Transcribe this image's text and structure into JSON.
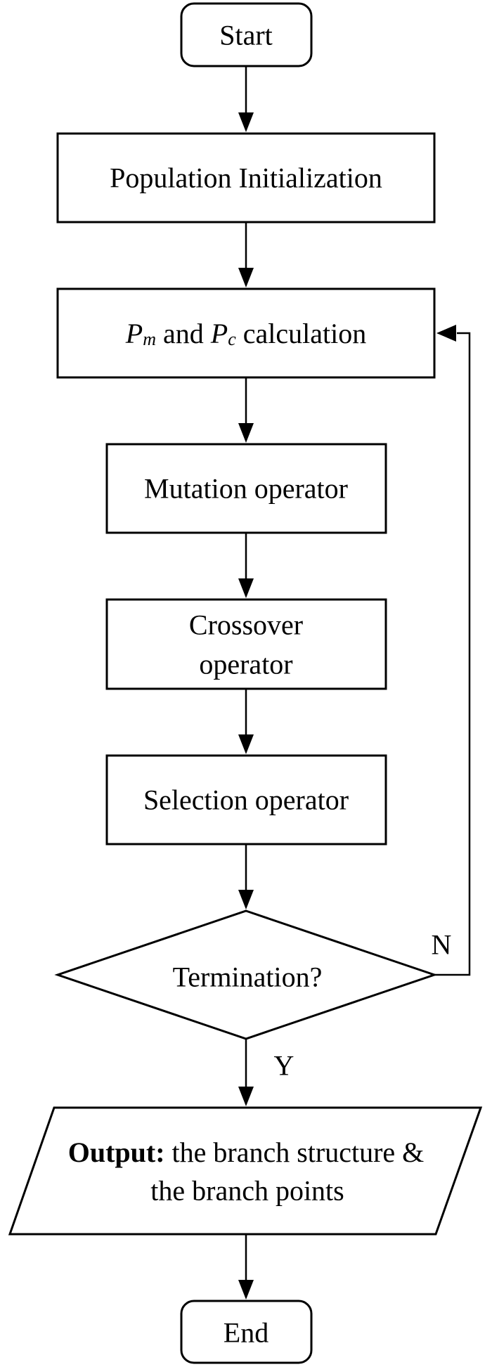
{
  "nodes": {
    "start": {
      "label": "Start"
    },
    "init": {
      "label": "Population Initialization"
    },
    "calc": {
      "p_letter": "P",
      "m_sub": "m",
      "and_word": " and ",
      "c_sub": "c",
      "rest": " calculation"
    },
    "mutation": {
      "label": "Mutation operator"
    },
    "crossover": {
      "line1": "Crossover",
      "line2": "operator"
    },
    "selection": {
      "label": "Selection operator"
    },
    "termination": {
      "label": "Termination?"
    },
    "output": {
      "bold_prefix": "Output:",
      "line1_rest": " the branch structure &",
      "line2": "the branch points"
    },
    "end": {
      "label": "End"
    }
  },
  "edges": {
    "no_label": "N",
    "yes_label": "Y"
  }
}
